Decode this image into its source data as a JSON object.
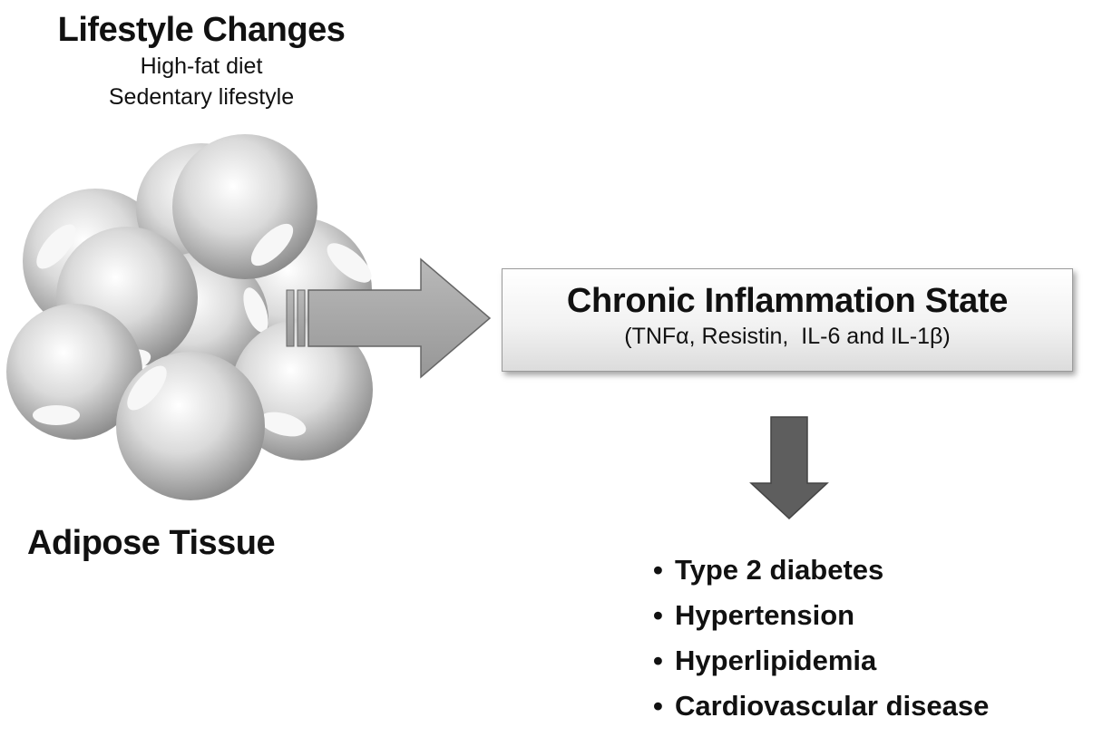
{
  "lifestyle": {
    "title": "Lifestyle Changes",
    "factors": [
      "High-fat diet",
      "Sedentary lifestyle"
    ]
  },
  "tissue": {
    "label": "Adipose Tissue"
  },
  "state": {
    "title": "Chronic Inflammation State",
    "subtitle": "(TNFα, Resistin,  IL-6 and IL-1β)"
  },
  "outcomes": {
    "bullet": "•",
    "items": [
      "Type 2 diabetes",
      "Hypertension",
      "Hyperlipidemia",
      "Cardiovascular disease"
    ]
  },
  "colors": {
    "arrow_fill": "#a6a6a6",
    "arrow_down_fill": "#5e5e5e",
    "cell_shade": "#7d7d7d",
    "text": "#111111"
  }
}
